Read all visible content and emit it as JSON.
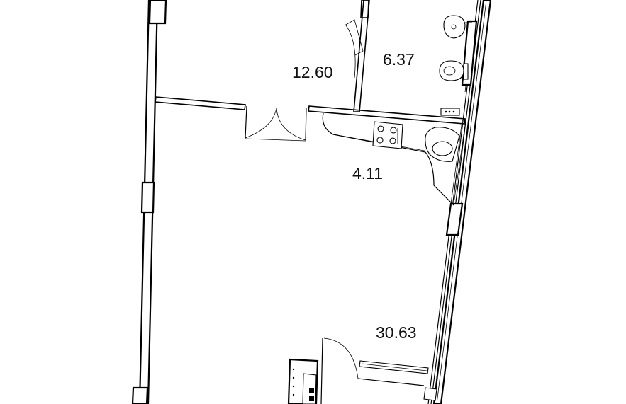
{
  "plan": {
    "rooms": [
      {
        "id": "bedroom",
        "area": "12.60"
      },
      {
        "id": "bathroom",
        "area": "6.37"
      },
      {
        "id": "hallway",
        "area": "4.11"
      },
      {
        "id": "living",
        "area": "30.63"
      }
    ]
  }
}
